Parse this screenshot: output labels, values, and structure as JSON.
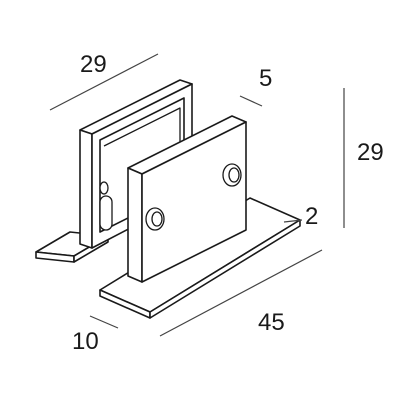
{
  "dimensions": {
    "top_width": "29",
    "thickness": "5",
    "height": "29",
    "base_thickness": "2",
    "length": "45",
    "base_depth": "10"
  }
}
